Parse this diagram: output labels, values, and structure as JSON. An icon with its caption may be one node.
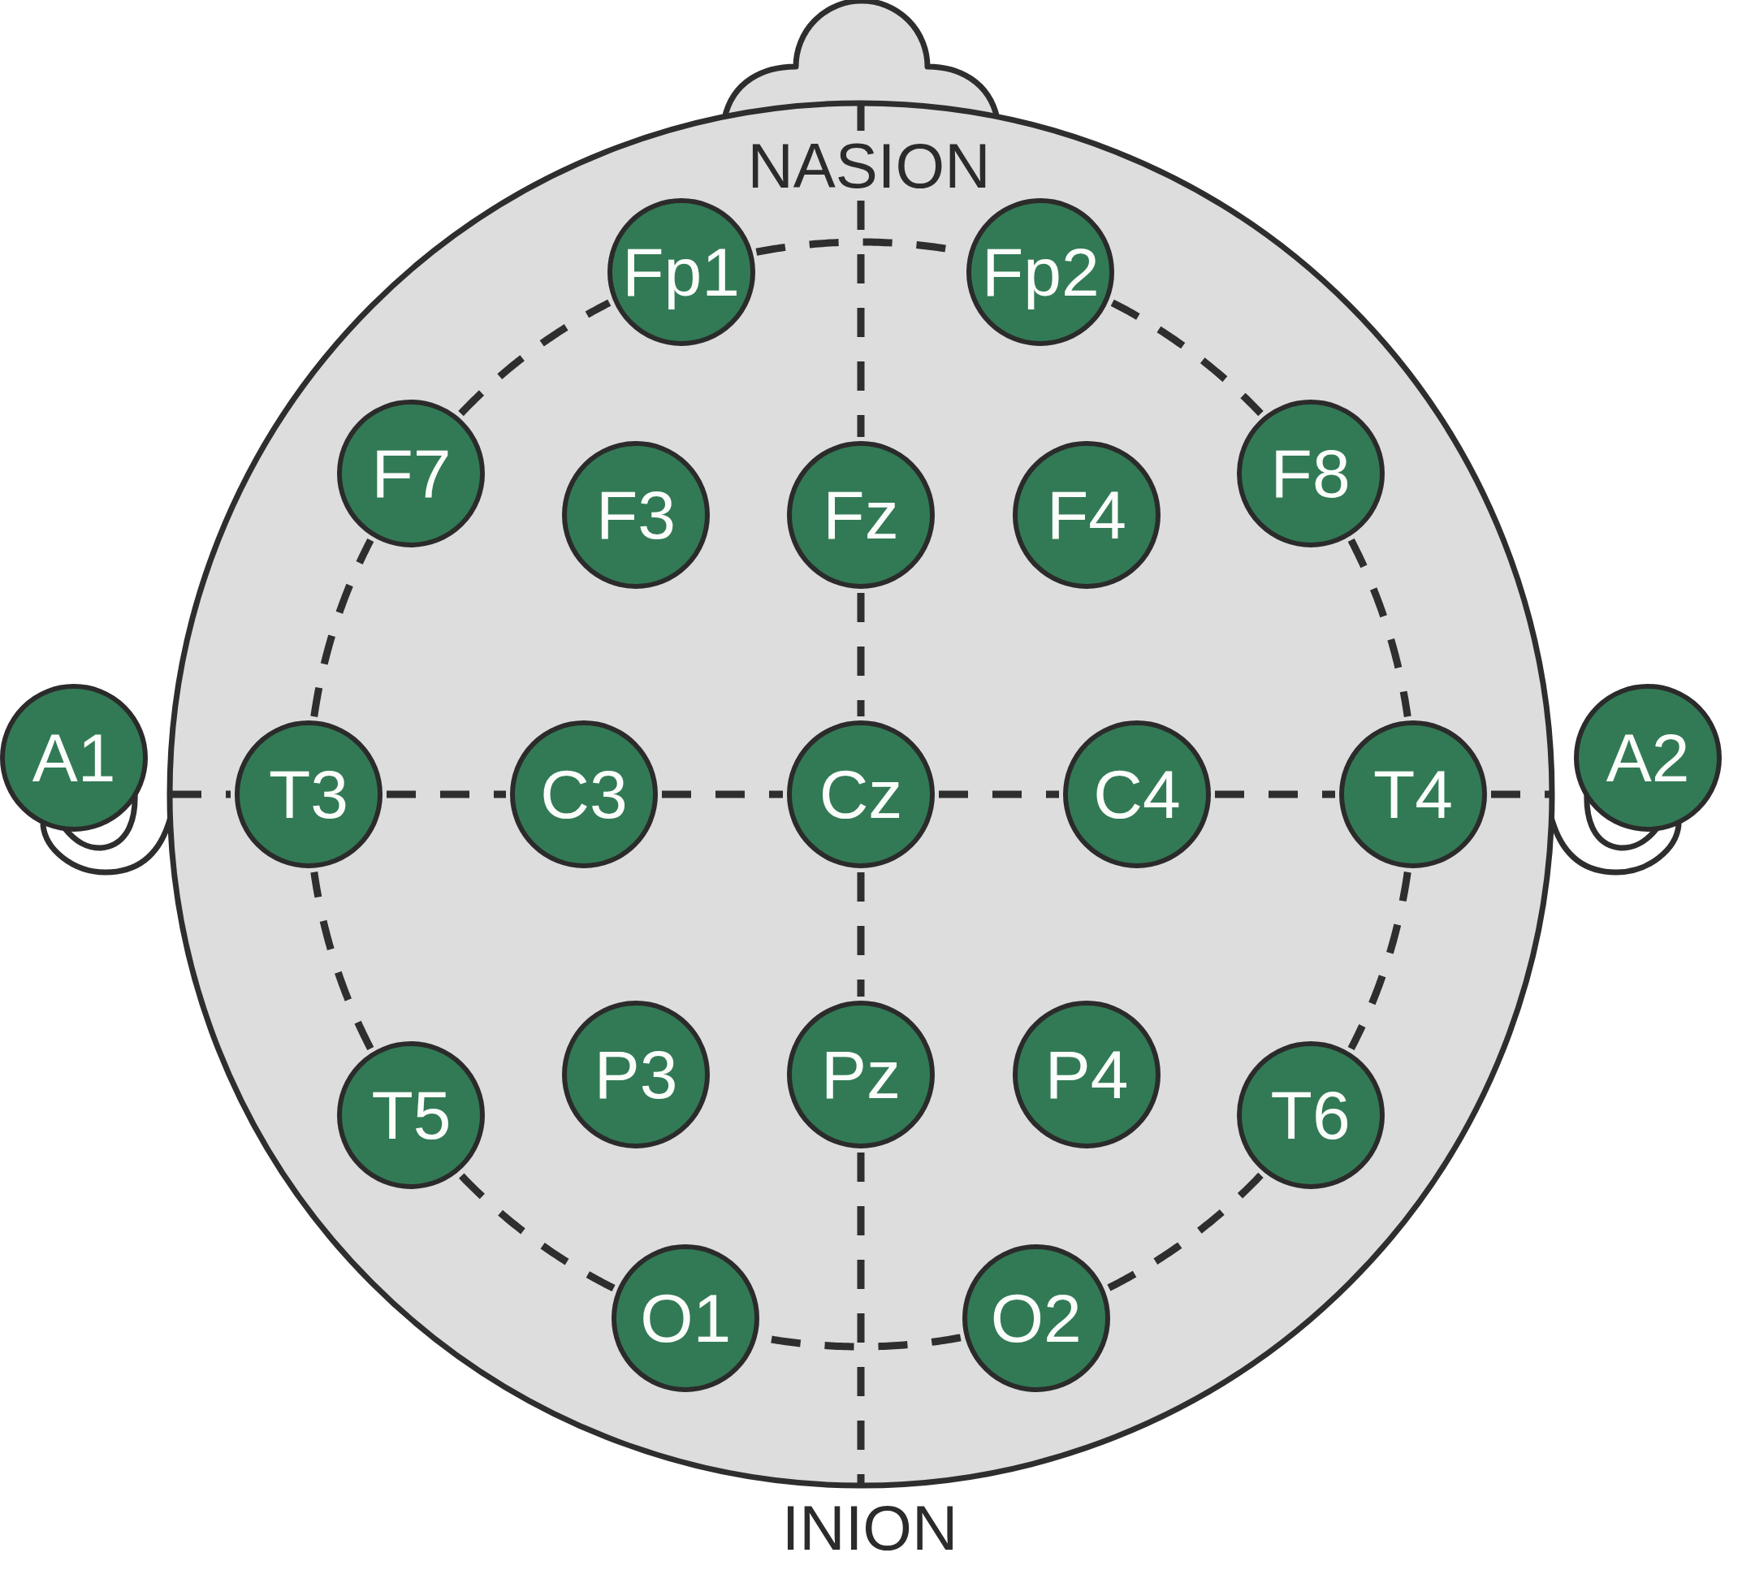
{
  "diagram": {
    "nodes": [
      {
        "text": [
          "Fp1"
        ]
      },
      {
        "text": [
          "Fp2"
        ]
      },
      {
        "text": [
          "F7"
        ]
      },
      {
        "text": [
          "F3"
        ]
      },
      {
        "text": [
          "Fz"
        ]
      },
      {
        "text": [
          "F4"
        ]
      },
      {
        "text": [
          "F8"
        ]
      },
      {
        "text": [
          "A1"
        ]
      },
      {
        "text": [
          "T3"
        ]
      },
      {
        "text": [
          "C3"
        ]
      },
      {
        "text": [
          "Cz"
        ]
      },
      {
        "text": [
          "C4"
        ]
      },
      {
        "text": [
          "T4"
        ]
      },
      {
        "text": [
          "A2"
        ]
      },
      {
        "text": [
          "T5"
        ]
      },
      {
        "text": [
          "P3"
        ]
      },
      {
        "text": [
          "Pz"
        ]
      },
      {
        "text": [
          "P4"
        ]
      },
      {
        "text": [
          "T6"
        ]
      },
      {
        "text": [
          "O1"
        ]
      },
      {
        "text": [
          "O2"
        ]
      }
    ],
    "edges": [
      {
        "from": 0,
        "to": 1,
        "arrow": "none",
        "style": "dashed"
      },
      {
        "from": 1,
        "to": 6,
        "arrow": "none",
        "style": "dashed"
      },
      {
        "from": 6,
        "to": 12,
        "arrow": "none",
        "style": "dashed"
      },
      {
        "from": 12,
        "to": 18,
        "arrow": "none",
        "style": "dashed"
      },
      {
        "from": 18,
        "to": 20,
        "arrow": "none",
        "style": "dashed"
      },
      {
        "from": 20,
        "to": 19,
        "arrow": "none",
        "style": "dashed"
      },
      {
        "from": 19,
        "to": 14,
        "arrow": "none",
        "style": "dashed"
      },
      {
        "from": 14,
        "to": 8,
        "arrow": "none",
        "style": "dashed"
      },
      {
        "from": 8,
        "to": 2,
        "arrow": "none",
        "style": "dashed"
      },
      {
        "from": 2,
        "to": 0,
        "arrow": "none",
        "style": "dashed"
      },
      {
        "from": null,
        "to": 4,
        "arrow": "none",
        "style": "dashed"
      },
      {
        "from": 4,
        "to": 10,
        "arrow": "none",
        "style": "dashed"
      },
      {
        "from": 10,
        "to": 16,
        "arrow": "none",
        "style": "dashed"
      },
      {
        "from": 16,
        "to": null,
        "arrow": "none",
        "style": "dashed"
      },
      {
        "from": null,
        "to": 8,
        "arrow": "none",
        "style": "dashed"
      },
      {
        "from": 8,
        "to": 9,
        "arrow": "none",
        "style": "dashed"
      },
      {
        "from": 9,
        "to": 10,
        "arrow": "none",
        "style": "dashed"
      },
      {
        "from": 10,
        "to": 11,
        "arrow": "none",
        "style": "dashed"
      },
      {
        "from": 11,
        "to": 12,
        "arrow": "none",
        "style": "dashed"
      },
      {
        "from": 12,
        "to": null,
        "arrow": "none",
        "style": "dashed"
      }
    ],
    "labels": [
      "NASION",
      "INION"
    ]
  }
}
